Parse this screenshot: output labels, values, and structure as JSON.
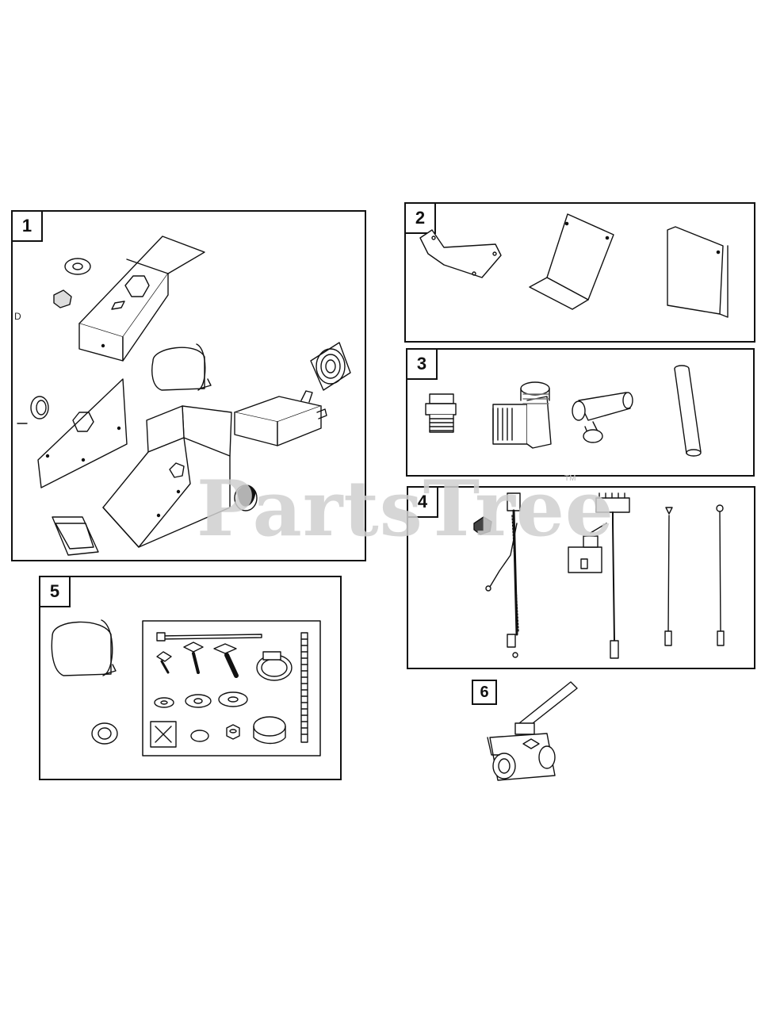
{
  "watermark": {
    "text": "PartsTree",
    "tm": "TM"
  },
  "panels": [
    {
      "number": "1"
    },
    {
      "number": "2"
    },
    {
      "number": "3"
    },
    {
      "number": "4"
    },
    {
      "number": "5"
    },
    {
      "number": "6"
    }
  ],
  "callouts": {
    "d": "D"
  },
  "colors": {
    "line": "#111111",
    "watermark": "#cfcfcf",
    "fill": "#ffffff",
    "shade": "#dcdcdc"
  }
}
